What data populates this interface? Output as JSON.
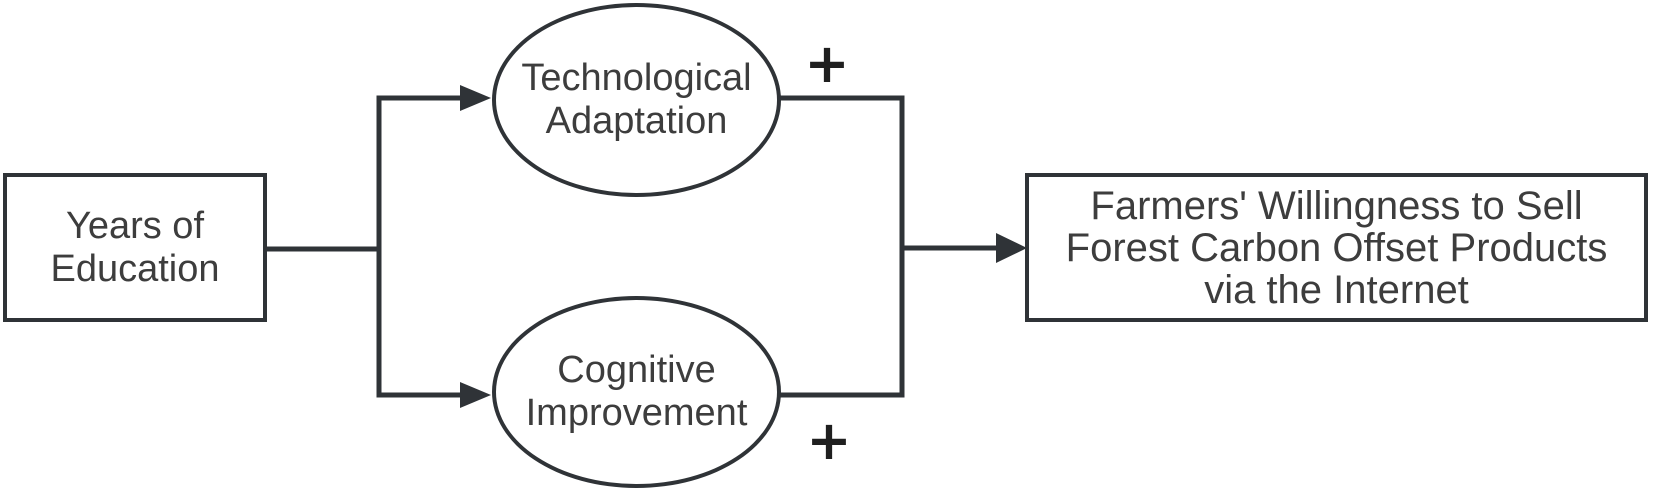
{
  "colors": {
    "background": "#ffffff",
    "line": "#2f3337",
    "text": "#3d3d3d",
    "plus": "#1f1f1f"
  },
  "nodes": {
    "independent": {
      "label": "Years of\nEducation",
      "shape": "rectangle"
    },
    "mediator_top": {
      "label": "Technological\nAdaptation",
      "shape": "ellipse"
    },
    "mediator_bottom": {
      "label": "Cognitive\nImprovement",
      "shape": "ellipse"
    },
    "dependent": {
      "label": "Farmers' Willingness to Sell\nForest Carbon Offset Products\nvia the Internet",
      "shape": "rectangle"
    }
  },
  "annotations": {
    "plus_top": "+",
    "plus_bottom": "+"
  },
  "edges": [
    {
      "from": "Years of Education",
      "to": "Technological Adaptation",
      "sign": ""
    },
    {
      "from": "Years of Education",
      "to": "Cognitive Improvement",
      "sign": ""
    },
    {
      "from": "Technological Adaptation",
      "to": "Farmers' Willingness to Sell Forest Carbon Offset Products via the Internet",
      "sign": "+"
    },
    {
      "from": "Cognitive Improvement",
      "to": "Farmers' Willingness to Sell Forest Carbon Offset Products via the Internet",
      "sign": "+"
    }
  ]
}
